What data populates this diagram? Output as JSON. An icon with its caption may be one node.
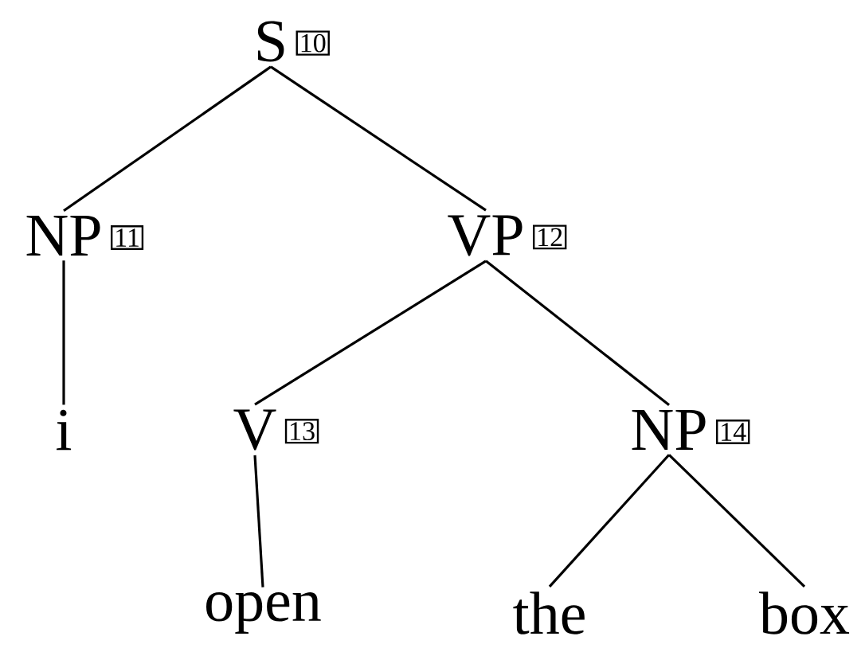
{
  "diagram": {
    "nodes": [
      {
        "text": [
          "S"
        ],
        "beside": [
          "10"
        ]
      },
      {
        "text": [
          "NP"
        ],
        "beside": [
          "11"
        ]
      },
      {
        "text": [
          "VP"
        ],
        "beside": [
          "12"
        ]
      },
      {
        "text": [
          "i"
        ]
      },
      {
        "text": [
          "V"
        ],
        "beside": [
          "13"
        ]
      },
      {
        "text": [
          "NP"
        ],
        "beside": [
          "14"
        ]
      },
      {
        "text": [
          "open"
        ]
      },
      {
        "text": [
          "the"
        ]
      },
      {
        "text": [
          "box"
        ]
      }
    ],
    "edges": [
      {
        "from": 0,
        "to": 1,
        "arrow": "none"
      },
      {
        "from": 0,
        "to": 2,
        "arrow": "none"
      },
      {
        "from": 1,
        "to": 3,
        "arrow": "none"
      },
      {
        "from": 2,
        "to": 4,
        "arrow": "none"
      },
      {
        "from": 2,
        "to": 5,
        "arrow": "none"
      },
      {
        "from": 4,
        "to": 6,
        "arrow": "none"
      },
      {
        "from": 5,
        "to": 7,
        "arrow": "none"
      },
      {
        "from": 5,
        "to": 8,
        "arrow": "none"
      }
    ]
  }
}
